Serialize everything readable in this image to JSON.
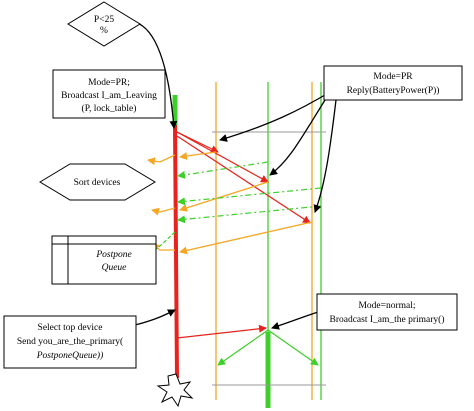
{
  "decision": {
    "line1": "P<25",
    "line2": "%"
  },
  "box_pr_leaving": {
    "line1": "Mode=PR;",
    "line2": "Broadcast I_am_Leaving",
    "line3": "(P, lock_table)"
  },
  "box_pr_reply": {
    "line1": "Mode=PR",
    "line2": "Reply(BatteryPower(P))"
  },
  "sort_devices": {
    "label": "Sort devices"
  },
  "postpone_queue": {
    "line1": "Postpone",
    "line2": "Queue"
  },
  "box_select_top": {
    "line1": "Select top device",
    "line2": "Send you_are_the_primary(",
    "line3": "PostponeQueue))"
  },
  "box_normal": {
    "line1": "Mode=normal;",
    "line2": "Broadcast I_am_the primary()"
  },
  "colors": {
    "leaving_device": "#e8221c",
    "orange_lifeline": "#f5a623",
    "green_lifeline": "#3ecf2a",
    "dash_green": "#3ecf2a"
  }
}
